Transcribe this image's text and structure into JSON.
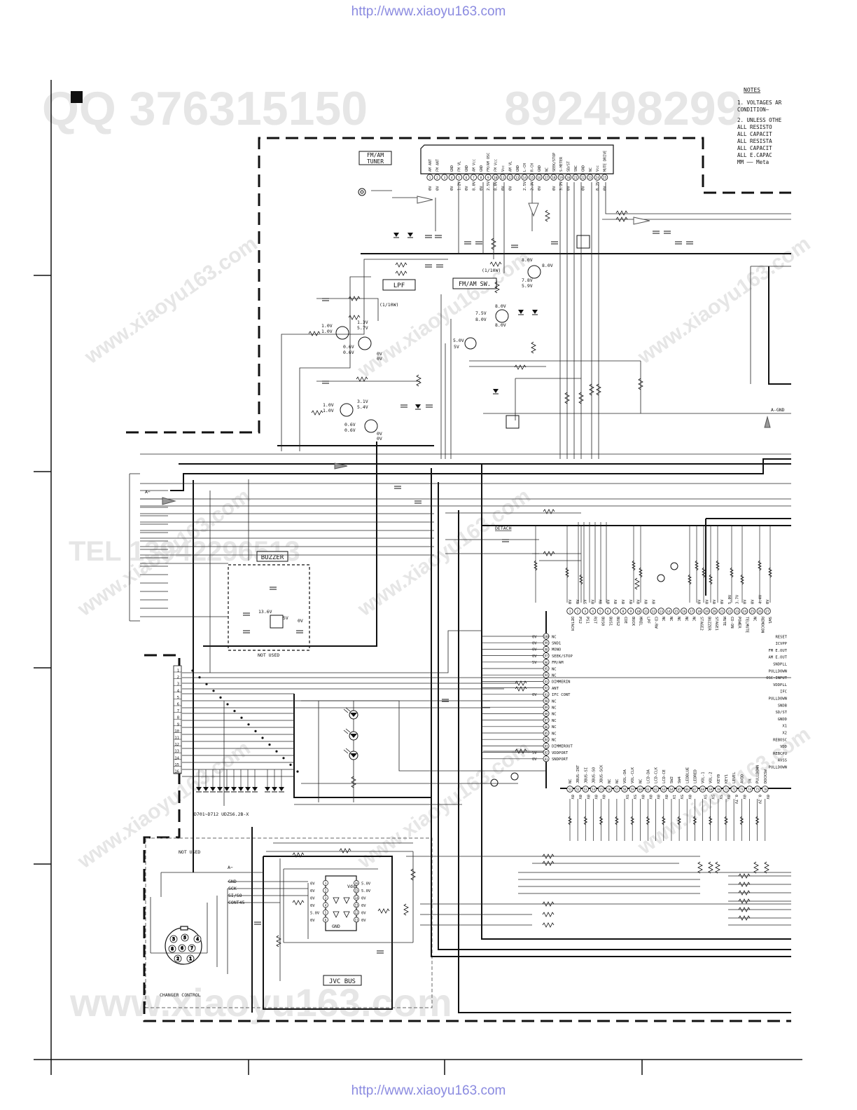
{
  "header": {
    "url": "http://www.xiaoyu163.com"
  },
  "footer": {
    "url": "http://www.xiaoyu163.com"
  },
  "watermarks": {
    "qq": "QQ 376315150",
    "qq_number": "892498299",
    "tel": "TEL 13942296513",
    "site": "www.xiaoyu163.com",
    "www_bottom": "www.xiaoyu163.com"
  },
  "notes": {
    "title": "NOTES",
    "lines": [
      "1. VOLTAGES AR",
      "   CONDITION—",
      "2. UNLESS OTHE",
      "   ALL RESISTO",
      "   ALL CAPACIT",
      "   ALL RESISTA",
      "   ALL CAPACIT",
      "   ALL E.CAPAC",
      "   MM —— Meta"
    ]
  },
  "blocks": {
    "tuner": [
      "FM/AM",
      "TUNER"
    ],
    "lpf": "LPF",
    "fm_am_sw": "FM/AM SW.",
    "buzzer": "BUZZER",
    "jvc_bus": "JVC BUS",
    "not_used_buzzer": "NOT USED",
    "not_used_changer": "NOT USED",
    "changer_control": "CHANGER CONTROL",
    "detach": "DETACH",
    "led_ref": "D701~D712   UDZS6.2B-X",
    "a_minus": "A−",
    "a_gnd": "A-GND"
  },
  "tuner_pins": [
    "AM ANT",
    "FM ANT",
    "",
    "GND",
    "FM VL",
    "GND",
    "AM Vcc",
    "GND",
    "FM/AM OSC",
    "FM Vcc",
    "Vcc",
    "AM VL",
    "GND",
    "L-CH",
    "R-CH",
    "GND",
    "NC",
    "SEEK/STOP",
    "S-METER",
    "SD/ST",
    "SNC",
    "GND",
    "NC",
    "Vcc",
    "MUTE DRIVE"
  ],
  "tuner_voltages": [
    "0V",
    "0V",
    "",
    "0V",
    "1.2V",
    "0V",
    "8.0V",
    "0V",
    "2.5V",
    "8.0V",
    "0V",
    "0V",
    "",
    "2.5V",
    "2.3V",
    "0V",
    "",
    "0V",
    "3.2V",
    "0V",
    "",
    "0V",
    "",
    "8.2V",
    "0V"
  ],
  "circuit_voltages": {
    "q_lpf_1": "1.0V",
    "q_lpf_1b": "1.0V",
    "q_lpf_2": "1.3V",
    "q_lpf_2b": "5.7V",
    "q_lpf_3": "0.6V",
    "q_lpf_3b": "0.6V",
    "q_lpf_4": "0V",
    "q_lpf_4b": "0V",
    "q_lpf_5": "1.0V",
    "q_lpf_5b": "1.0V",
    "q_lpf_6": "3.1V",
    "q_lpf_6b": "5.4V",
    "q_lpf_7": "0.6V",
    "q_lpf_7b": "0.6V",
    "q_lpf_8": "0V",
    "q_lpf_8b": "0V",
    "sw_1": "8.0V",
    "sw_2": "7.8V",
    "sw_3": "5.9V",
    "sw_4": "8.0V",
    "sw_5": "7.5V",
    "sw_6": "8.0V",
    "sw_7": "8.0V",
    "sw_8": "8.0V",
    "sw_9": "5.0V",
    "sw_10": "5V",
    "buzz_1": "13.6V",
    "buzz_2": "5V",
    "buzz_3": "0V"
  },
  "mcu_top_pins": [
    "DETACH",
    "PS2",
    "PS1",
    "RST",
    "BUS0",
    "BUS1",
    "BUS2",
    "CDE",
    "BUCK",
    "MREL",
    "LPF",
    "CD-RW",
    "NC",
    "NC",
    "NC",
    "NC",
    "NC",
    "STAGE2",
    "BUZZER",
    "STAGE1",
    "MUTE",
    "CD-ON",
    "POWER",
    "TELMUTE",
    "NC",
    "REMOCON",
    "SW1"
  ],
  "mcu_top_volts": [
    "0V",
    "0V",
    "5V",
    "0V",
    "0V",
    "0V",
    "0V",
    "0V",
    "0V",
    "0V",
    "0V",
    "0V",
    "",
    "",
    "",
    "",
    "",
    "0V",
    "0V",
    "0V",
    "0V",
    "5.0V",
    "3.7V",
    "0V",
    "0V",
    "4.4V",
    "0V"
  ],
  "mcu_left_pins": [
    "NC",
    "SND1",
    "MONO",
    "SEEK/STOP",
    "FM/AM",
    "NC",
    "NC",
    "DIMMERIN",
    "ANT",
    "IFC CONT",
    "NC",
    "NC",
    "NC",
    "NC",
    "NC",
    "NC",
    "NC",
    "DIMMEROUT",
    "VDDPORT",
    "SNDPORT"
  ],
  "mcu_left_volts": [
    "0V",
    "0V",
    "0V",
    "0V",
    "5V",
    "",
    "",
    "",
    "",
    "0V",
    "",
    "",
    "",
    "",
    "",
    "",
    "",
    "",
    "5V",
    "0V"
  ],
  "mcu_right_pins": [
    "RESET",
    "ICVPP",
    "FM E.OUT",
    "AM E.OUT",
    "SNDPLL",
    "PULLDOWN",
    "OSC-INPUT",
    "VDDPLL",
    "IFC",
    "PULLDOWN",
    "SNDB",
    "SD/ST",
    "GNDD",
    "X1",
    "X2",
    "REBOSC",
    "VDD",
    "REBCPU",
    "AVSS",
    "PULLDOWN"
  ],
  "mcu_bottom_pins": [
    "NC",
    "JBUS-INT",
    "JBUS-SI",
    "JBUS-SO",
    "JBUS-SCK",
    "NC",
    "NC",
    "VOL-DA",
    "VOL-CLK",
    "NC",
    "LCD-DA",
    "LCD-CLK",
    "LCD-CE",
    "SW2",
    "SW4",
    "LEDBLUE",
    "LEDRED",
    "VOL-1",
    "VOL-2",
    "KEY0",
    "KEY1",
    "LEVEL",
    "AVDD",
    "5V",
    "PULLDOWN",
    "DOCKSW"
  ],
  "mcu_bottom_volts": [
    "0V",
    "0V",
    "0V",
    "0V",
    "0V",
    "",
    "",
    "5V",
    "5V",
    "0V",
    "0V",
    "0V",
    "0V",
    "1V",
    "5V",
    "0V",
    "",
    "5V",
    "5V",
    "5V",
    "0V",
    "0.7V",
    "0V",
    "",
    "0.2V",
    "0V"
  ],
  "connector_pins": [
    "1",
    "2",
    "3",
    "4",
    "5",
    "6",
    "7",
    "8",
    "9",
    "10",
    "11",
    "12",
    "13",
    "14",
    "15",
    "16"
  ],
  "jvc_bus": {
    "left_signals": [
      "GND",
      "SCK",
      "SI/SO",
      "CONT45"
    ],
    "ic_left_v": [
      "0V",
      "0V",
      "0V",
      "0V",
      "5.0V",
      "0V"
    ],
    "ic_right_v": [
      "5.0V",
      "5.0V",
      "0V",
      "0V",
      "0V",
      "0V"
    ],
    "ic_labels": [
      "Vdd",
      "GND"
    ]
  },
  "misc": {
    "r_1_10w": "(1/10W)",
    "gnd": "A-GND"
  }
}
